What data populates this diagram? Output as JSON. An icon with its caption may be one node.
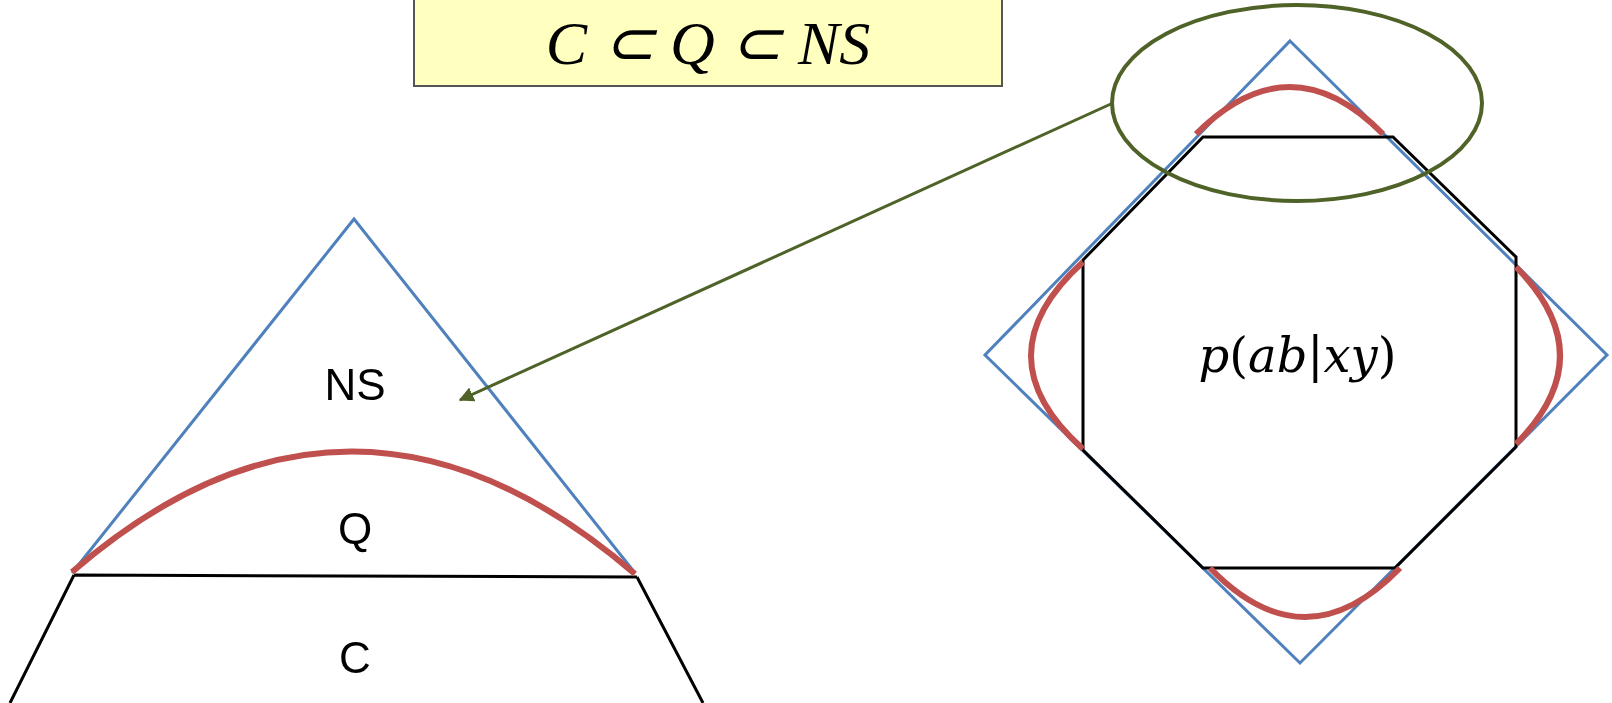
{
  "diagram": {
    "nodes": [
      {
        "text": [
          "C ⊂ Q ⊂ NS"
        ]
      },
      {
        "text": [
          "NS"
        ]
      },
      {
        "text": [
          "Q"
        ]
      },
      {
        "text": [
          "C"
        ]
      },
      {
        "text": [
          "*p*(*ab*|*xy*)"
        ]
      },
      {
        "text": [],
        "shape": "ellipse"
      }
    ],
    "edges": [
      {
        "from": 5,
        "to": 1,
        "arrow": "to",
        "color": "#4f6228"
      }
    ]
  }
}
